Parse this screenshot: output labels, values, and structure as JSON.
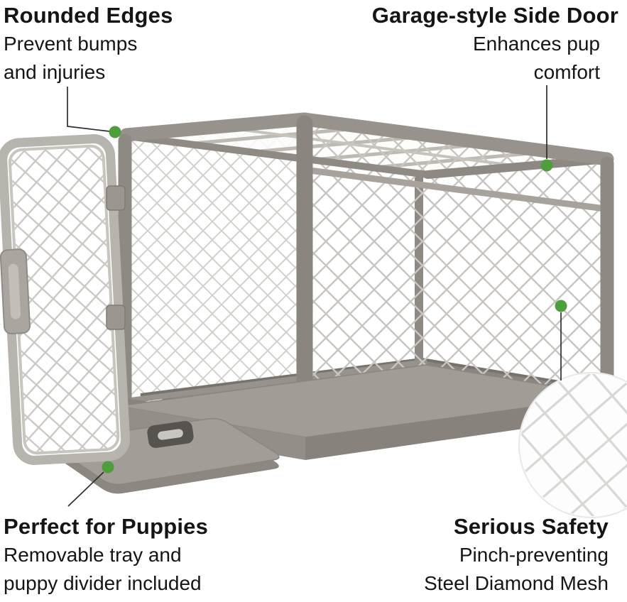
{
  "colors": {
    "accent_green": "#4f9e3c",
    "leader_line": "#2e2e2e",
    "text": "#151515",
    "frame_gray": "#8e8983",
    "mesh_gray": "#c9c5c0"
  },
  "callouts": {
    "top_left": {
      "title": "Rounded Edges",
      "line1": "Prevent bumps",
      "line2": "and injuries"
    },
    "top_right": {
      "title": "Garage-style Side Door",
      "line1": "Enhances pup",
      "line2": "comfort"
    },
    "bottom_left": {
      "title": "Perfect for Puppies",
      "line1": "Removable tray and",
      "line2": "puppy divider included"
    },
    "bottom_right": {
      "title": "Serious Safety",
      "line1": "Pinch-preventing",
      "line2": "Steel Diamond Mesh"
    }
  }
}
